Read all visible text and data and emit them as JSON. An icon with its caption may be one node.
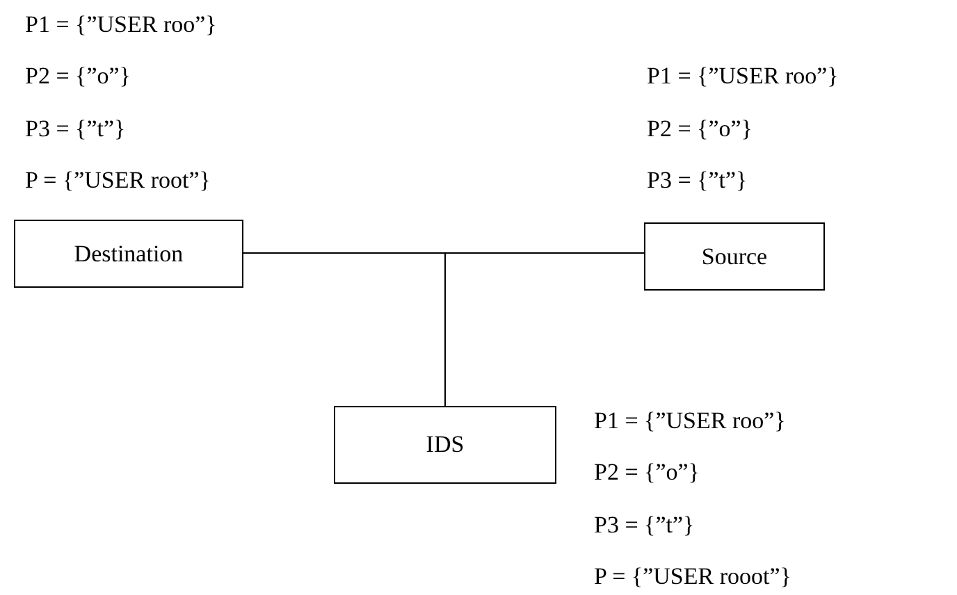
{
  "diagram": {
    "nodes": [
      {
        "text": [
          "Destination"
        ],
        "beside": [
          "P1 = {”USER roo”}",
          "P2 = {”o”}",
          "P3 = {”t”}",
          "P = {”USER root”}"
        ]
      },
      {
        "text": [
          "Source"
        ],
        "beside": [
          "P1 = {”USER roo”}",
          "P2 = {”o”}",
          "P3 = {”t”}"
        ]
      },
      {
        "text": [
          "IDS"
        ],
        "beside": [
          "P1 = {”USER roo”}",
          "P2 = {”o”}",
          "P3 = {”t”}",
          "P = {”USER rooot”}"
        ]
      }
    ],
    "edges": [
      {
        "from": 0,
        "to": 1,
        "arrow": "none"
      },
      {
        "from": 2,
        "to": null,
        "arrow": "none"
      }
    ]
  }
}
